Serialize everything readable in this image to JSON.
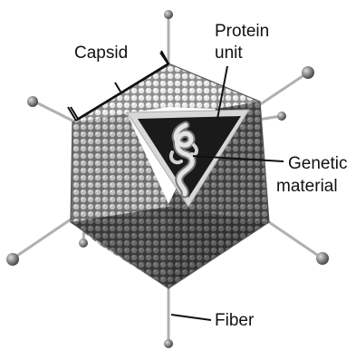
{
  "labels": {
    "capsid": "Capsid",
    "protein_line1": "Protein",
    "protein_line2": "unit",
    "genetic_line1": "Genetic",
    "genetic_line2": "material",
    "fiber": "Fiber"
  }
}
